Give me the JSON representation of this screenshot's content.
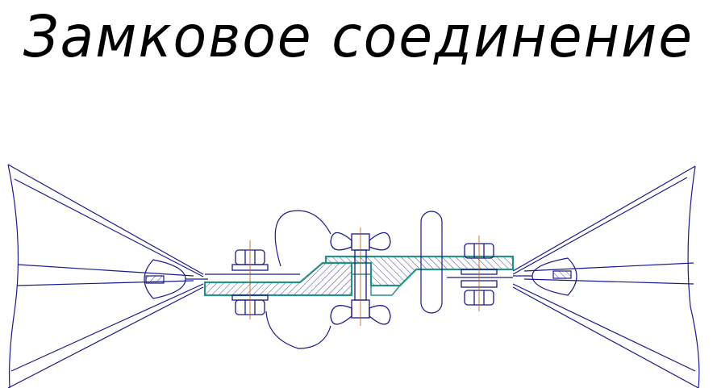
{
  "title": "Замковое соединение",
  "colors": {
    "line": "#1a1a8c",
    "outline": "#000000",
    "seal": "#2a8f84",
    "hatch": "#4a4a9a",
    "axis": "#cc5500"
  },
  "components": [
    {
      "name": "left-belt"
    },
    {
      "name": "right-belt"
    },
    {
      "name": "left-bolt"
    },
    {
      "name": "right-bolt"
    },
    {
      "name": "center-wing-nut-bolt"
    },
    {
      "name": "lock-plate"
    },
    {
      "name": "handle-loop"
    }
  ]
}
